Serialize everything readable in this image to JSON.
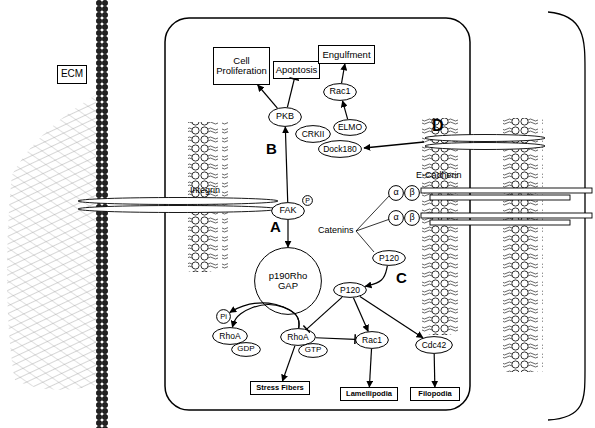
{
  "diagram": {
    "nodes": [
      {
        "text": [
          "ECM"
        ]
      },
      {
        "text": [
          "Cell Proliferation"
        ]
      },
      {
        "text": [
          "Apoptosis"
        ]
      },
      {
        "text": [
          "Engulfment"
        ]
      },
      {
        "text": [
          "Rac1"
        ]
      },
      {
        "text": [
          "PKB"
        ]
      },
      {
        "text": [
          "CRKII"
        ]
      },
      {
        "text": [
          "ELMO"
        ]
      },
      {
        "text": [
          "Dock180"
        ]
      },
      {
        "text": [
          "FAK"
        ]
      },
      {
        "text": [
          "P"
        ]
      },
      {
        "text": [
          "α"
        ]
      },
      {
        "text": [
          "β"
        ]
      },
      {
        "text": [
          "α"
        ]
      },
      {
        "text": [
          "β"
        ]
      },
      {
        "text": [
          "P120"
        ]
      },
      {
        "text": [
          "p190Rho GAP"
        ]
      },
      {
        "text": [
          "P120"
        ]
      },
      {
        "text": [
          "Pi"
        ]
      },
      {
        "text": [
          "RhoA"
        ]
      },
      {
        "text": [
          "GDP"
        ]
      },
      {
        "text": [
          "RhoA"
        ]
      },
      {
        "text": [
          "GTP"
        ]
      },
      {
        "text": [
          "Rac1"
        ]
      },
      {
        "text": [
          "Cdc42"
        ]
      },
      {
        "text": [
          "Stress Fibers"
        ]
      },
      {
        "text": [
          "Lamellipodia"
        ]
      },
      {
        "text": [
          "Filopodia"
        ]
      }
    ],
    "edges": [
      {
        "from": 9,
        "to": 5,
        "arrow": "to",
        "label": "B"
      },
      {
        "from": 5,
        "to": 1,
        "arrow": "to"
      },
      {
        "from": 5,
        "to": 2,
        "arrow": "to"
      },
      {
        "from": 7,
        "to": 4,
        "arrow": "to"
      },
      {
        "from": 4,
        "to": 3,
        "arrow": "to"
      },
      {
        "from": 9,
        "to": 16,
        "arrow": "to",
        "label": "A"
      },
      {
        "from": 15,
        "to": 17,
        "arrow": "to",
        "label": "C"
      },
      {
        "from": 17,
        "to": 21,
        "arrow": "to"
      },
      {
        "from": 17,
        "to": 23,
        "arrow": "to"
      },
      {
        "from": 17,
        "to": 24,
        "arrow": "to"
      },
      {
        "from": 21,
        "to": 23,
        "arrow": "to"
      },
      {
        "from": 21,
        "to": 25,
        "arrow": "to"
      },
      {
        "from": 23,
        "to": 26,
        "arrow": "to"
      },
      {
        "from": 24,
        "to": 27,
        "arrow": "to"
      },
      {
        "from": 21,
        "to": 18,
        "arrow": "to"
      },
      {
        "from": 21,
        "to": 19,
        "arrow": "to"
      }
    ],
    "labels": [
      "Integrin",
      "E-Cadherin",
      "Catenins",
      "D"
    ]
  }
}
